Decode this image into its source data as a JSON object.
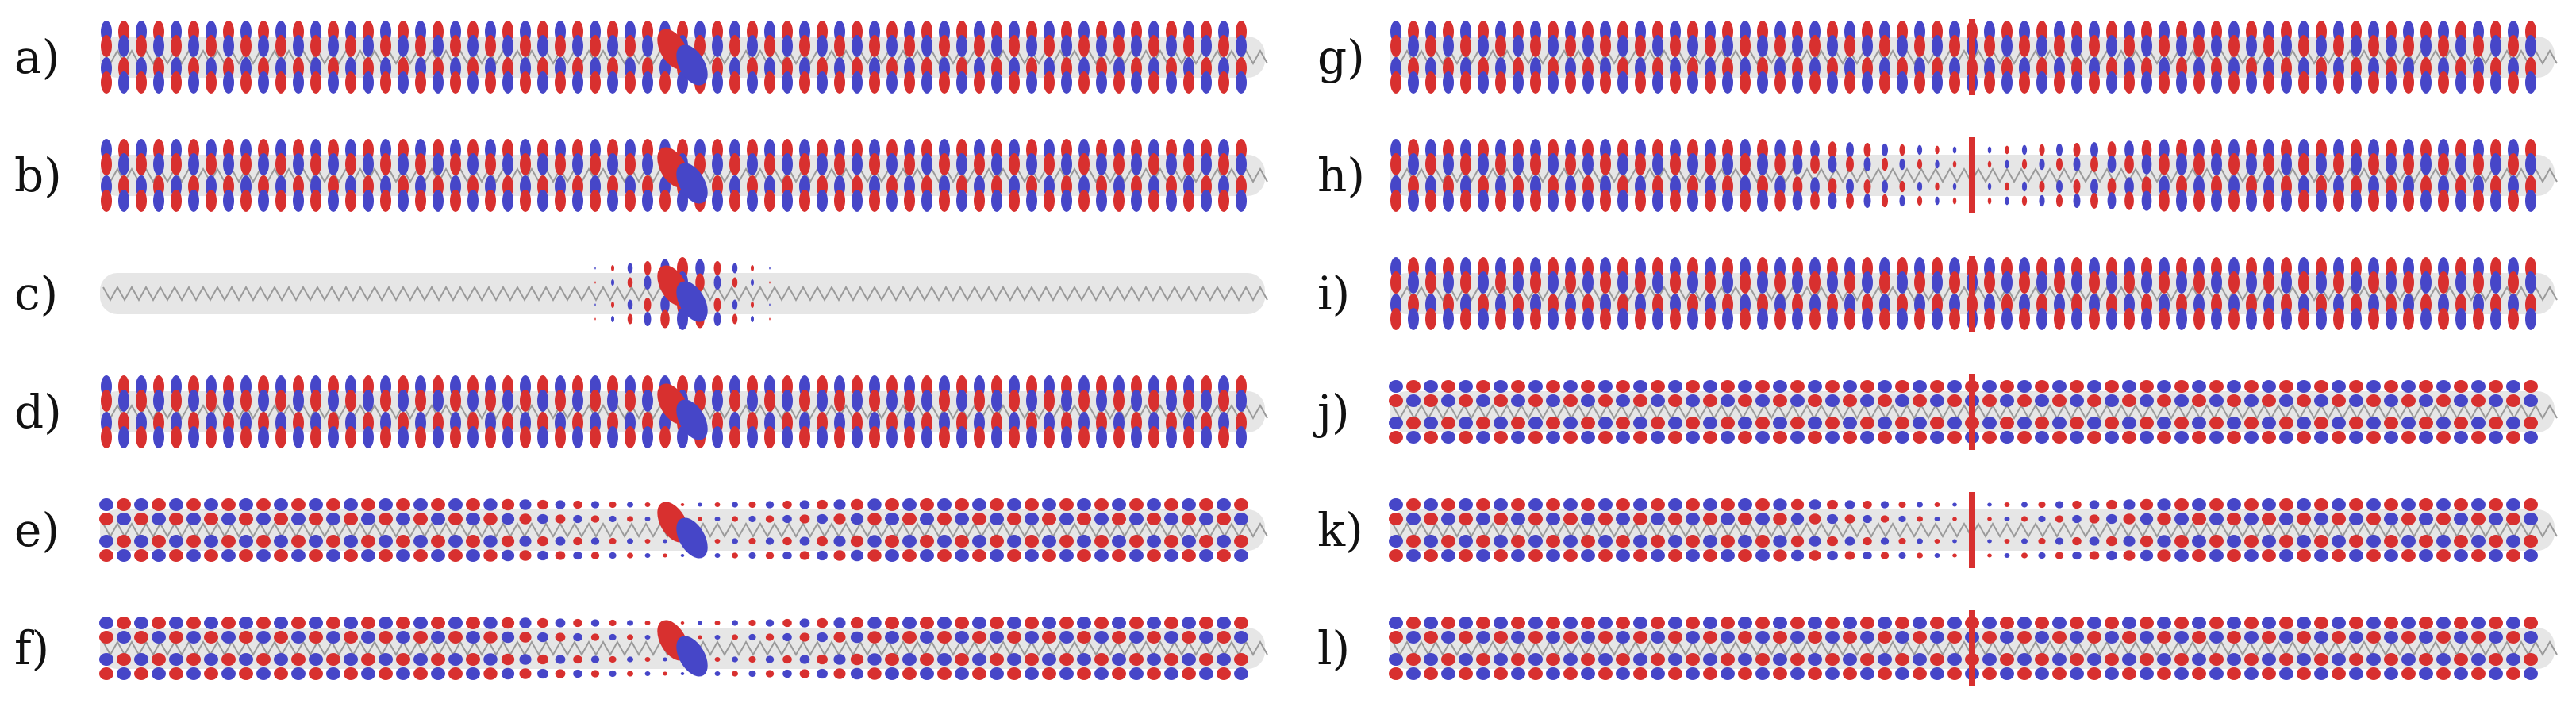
{
  "colors": {
    "positive_lobe": "#d8302f",
    "negative_lobe": "#4646c8",
    "background": "#ffffff",
    "atom_light": "#e6e6e6",
    "atom_dark": "#9a9a9a"
  },
  "panels": [
    {
      "id": "a",
      "label": "a)",
      "column": "left",
      "pattern": "full",
      "defect": "dimer",
      "texture": "upright"
    },
    {
      "id": "b",
      "label": "b)",
      "column": "left",
      "pattern": "full",
      "defect": "dimer",
      "texture": "upright"
    },
    {
      "id": "c",
      "label": "c)",
      "column": "left",
      "pattern": "localized",
      "defect": "dimer",
      "texture": "upright"
    },
    {
      "id": "d",
      "label": "d)",
      "column": "left",
      "pattern": "full",
      "defect": "dimer",
      "texture": "upright"
    },
    {
      "id": "e",
      "label": "e)",
      "column": "left",
      "pattern": "node-center",
      "defect": "dimer",
      "texture": "flat"
    },
    {
      "id": "f",
      "label": "f)",
      "column": "left",
      "pattern": "node-center",
      "defect": "dimer",
      "texture": "flat"
    },
    {
      "id": "g",
      "label": "g)",
      "column": "right",
      "pattern": "full",
      "defect": "line",
      "texture": "upright"
    },
    {
      "id": "h",
      "label": "h)",
      "column": "right",
      "pattern": "node-center",
      "defect": "line",
      "texture": "upright"
    },
    {
      "id": "i",
      "label": "i)",
      "column": "right",
      "pattern": "full",
      "defect": "line",
      "texture": "upright"
    },
    {
      "id": "j",
      "label": "j)",
      "column": "right",
      "pattern": "full",
      "defect": "line",
      "texture": "flat"
    },
    {
      "id": "k",
      "label": "k)",
      "column": "right",
      "pattern": "node-center",
      "defect": "line",
      "texture": "flat"
    },
    {
      "id": "l",
      "label": "l)",
      "column": "right",
      "pattern": "full",
      "defect": "line",
      "texture": "flat"
    }
  ]
}
